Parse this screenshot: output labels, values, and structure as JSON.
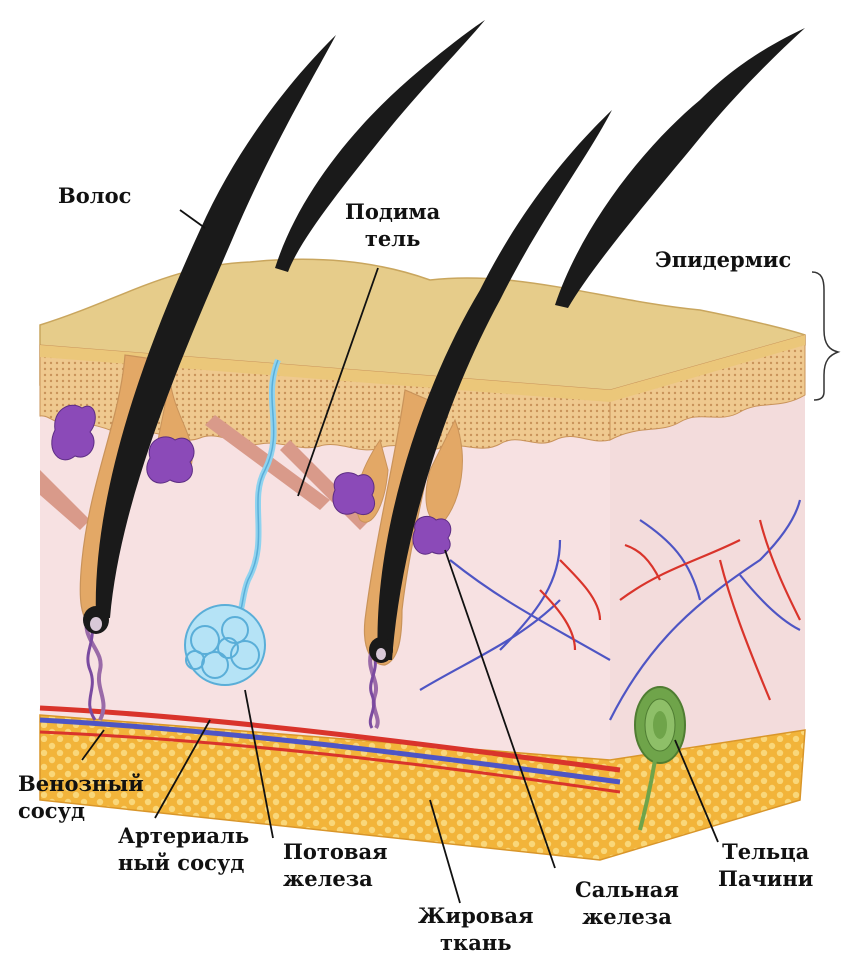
{
  "labels": {
    "hair": "Волос",
    "arrector": {
      "line1": "Подима",
      "line2": "тель"
    },
    "epidermis": "Эпидермис",
    "venous": {
      "line1": "Венозный",
      "line2": "сосуд"
    },
    "arterial": {
      "line1": "Артериаль",
      "line2": "ный сосуд"
    },
    "sweat": {
      "line1": "Потовая",
      "line2": "железа"
    },
    "fat": {
      "line1": "Жировая",
      "line2": "ткань"
    },
    "sebaceous": {
      "line1": "Сальная",
      "line2": "железа"
    },
    "pacini": {
      "line1": "Тельца",
      "line2": "Пачини"
    }
  },
  "colors": {
    "epidermis": "#e6cc8a",
    "dermis": "#f7e1e2",
    "side_face": "#f3dcdc",
    "fat": "#f2b43a",
    "artery": "#d9342b",
    "vein": "#4e55c4",
    "gland": "#8b4ab8",
    "sweat_gland": "#8fd3ef",
    "follicle": "#e3a866",
    "hair": "#1a1a1a",
    "pacini": "#6fa44a",
    "leader": "#111111"
  }
}
